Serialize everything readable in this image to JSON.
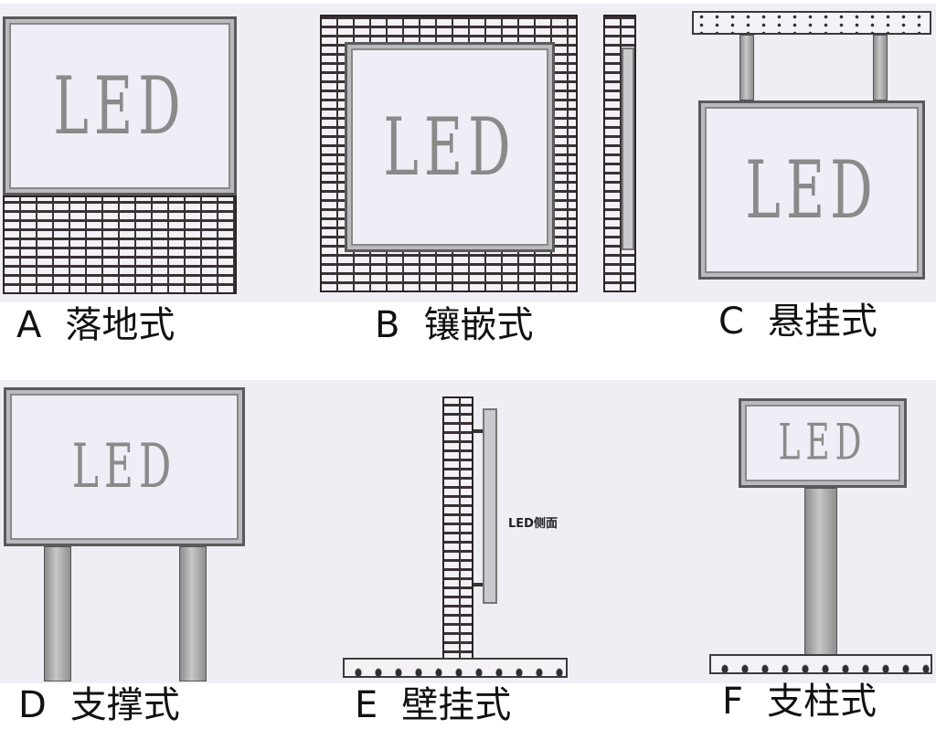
{
  "screen_text": "LED",
  "side_view_label": "LED侧面",
  "types": [
    {
      "letter": "A",
      "name": "落地式"
    },
    {
      "letter": "B",
      "name": "镶嵌式"
    },
    {
      "letter": "C",
      "name": "悬挂式"
    },
    {
      "letter": "D",
      "name": "支撑式"
    },
    {
      "letter": "E",
      "name": "壁挂式"
    },
    {
      "letter": "F",
      "name": "支柱式"
    }
  ],
  "colors": {
    "background": "#f0eef5",
    "brick_mortar": "#3a3135",
    "screen_text": "#8a8a8a",
    "pole": "#a8a8a8"
  }
}
